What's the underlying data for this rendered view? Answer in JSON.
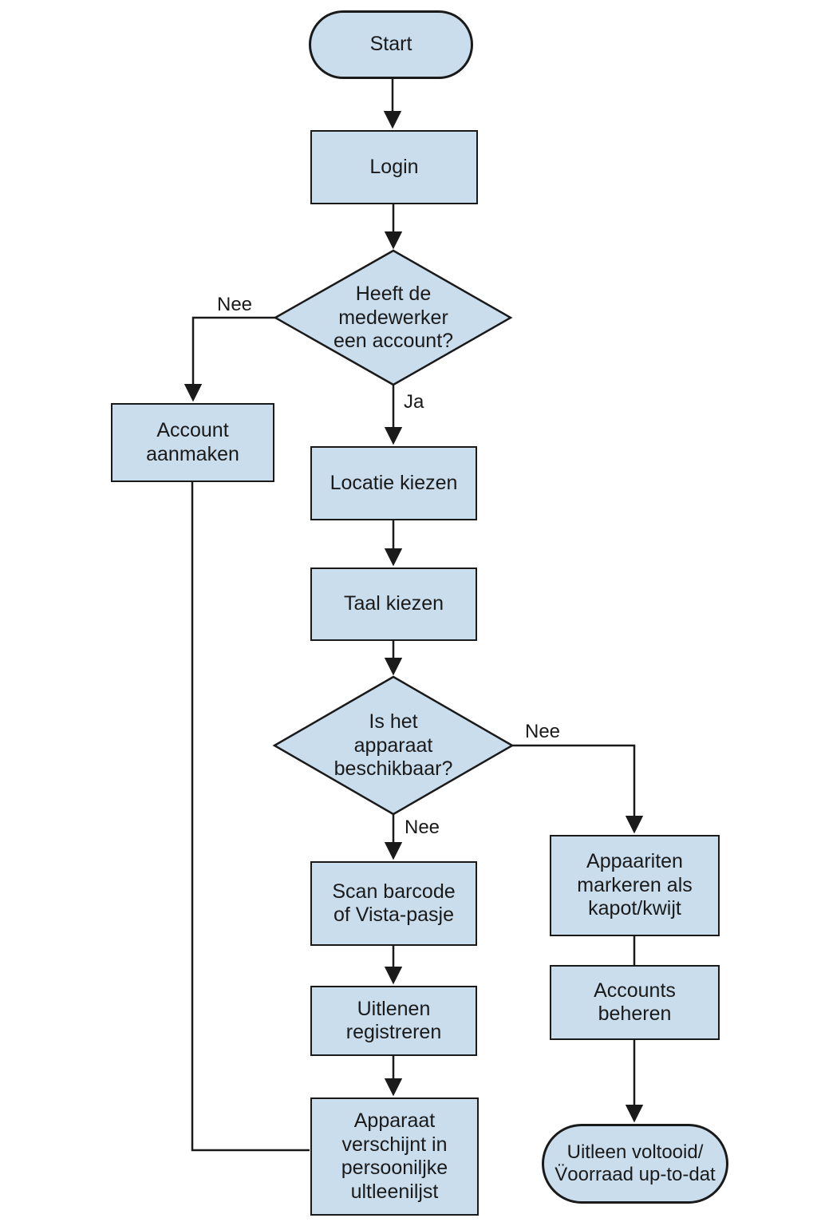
{
  "diagram": {
    "type": "flowchart",
    "language": "Dutch",
    "colors": {
      "node_fill": "#c9ddec",
      "node_border": "#1a1a1a",
      "line": "#1a1a1a",
      "text": "#1a1a1a",
      "background": "#ffffff"
    },
    "nodes": {
      "start": {
        "shape": "terminator",
        "label": "Start"
      },
      "login": {
        "shape": "process",
        "label": "Login"
      },
      "heeft_account": {
        "shape": "decision",
        "label": [
          "Heeft de",
          "medewerker",
          "een account?"
        ]
      },
      "account_aanmaken": {
        "shape": "process",
        "label": [
          "Account",
          "aanmaken"
        ]
      },
      "locatie_kiezen": {
        "shape": "process",
        "label": "Locatie kiezen"
      },
      "taal_kiezen": {
        "shape": "process",
        "label": "Taal kiezen"
      },
      "apparaat_beschikbaar": {
        "shape": "decision",
        "label": [
          "Is het",
          "apparaat",
          "beschikbaar?"
        ]
      },
      "scan_barcode": {
        "shape": "process",
        "label": [
          "Scan barcode",
          "of Vista-pasje"
        ]
      },
      "uitlenen_registreren": {
        "shape": "process",
        "label": [
          "Uitlenen",
          "registreren"
        ]
      },
      "apparaat_verschijnt": {
        "shape": "process",
        "label": [
          "Apparaat",
          "verschijnt in",
          "persooniljke",
          "ultleeniljst"
        ]
      },
      "apparaten_markeren": {
        "shape": "process",
        "label": [
          "Appaariten",
          "markeren als",
          "kapot/kwijt"
        ]
      },
      "accounts_beheren": {
        "shape": "process",
        "label": [
          "Accounts",
          "beheren"
        ]
      },
      "uitleen_voltooid": {
        "shape": "terminator",
        "label": [
          "Uitleen voltooid/",
          "V̈oorraad up-to-dat"
        ]
      }
    },
    "edge_labels": {
      "nee_account": "Nee",
      "ja_account": "Ja",
      "nee_beschikbaar_right": "Nee",
      "nee_beschikbaar_down": "Nee"
    }
  }
}
